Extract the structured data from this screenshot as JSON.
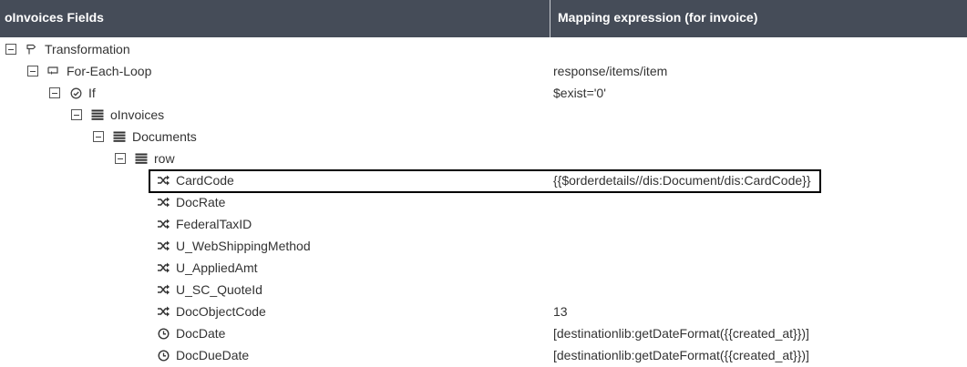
{
  "header": {
    "col1": "oInvoices Fields",
    "col2": "Mapping expression (for invoice)"
  },
  "rows": [
    {
      "label": "Transformation",
      "expression": "",
      "icon": "transformation-icon"
    },
    {
      "label": "For-Each-Loop",
      "expression": "response/items/item",
      "icon": "loop-icon"
    },
    {
      "label": "If",
      "expression": "$exist='0'",
      "icon": "condition-icon"
    },
    {
      "label": "oInvoices",
      "expression": "",
      "icon": "list-icon"
    },
    {
      "label": "Documents",
      "expression": "",
      "icon": "list-icon"
    },
    {
      "label": "row",
      "expression": "",
      "icon": "list-icon"
    },
    {
      "label": "CardCode",
      "expression": "{{$orderdetails//dis:Document/dis:CardCode}}",
      "icon": "shuffle-icon"
    },
    {
      "label": "DocRate",
      "expression": "",
      "icon": "shuffle-icon"
    },
    {
      "label": "FederalTaxID",
      "expression": "",
      "icon": "shuffle-icon"
    },
    {
      "label": "U_WebShippingMethod",
      "expression": "",
      "icon": "shuffle-icon"
    },
    {
      "label": "U_AppliedAmt",
      "expression": "",
      "icon": "shuffle-icon"
    },
    {
      "label": "U_SC_QuoteId",
      "expression": "",
      "icon": "shuffle-icon"
    },
    {
      "label": "DocObjectCode",
      "expression": "13",
      "icon": "shuffle-icon"
    },
    {
      "label": "DocDate",
      "expression": "[destinationlib:getDateFormat({{created_at}})]",
      "icon": "clock-icon"
    },
    {
      "label": "DocDueDate",
      "expression": "[destinationlib:getDateFormat({{created_at}})]",
      "icon": "clock-icon"
    }
  ]
}
